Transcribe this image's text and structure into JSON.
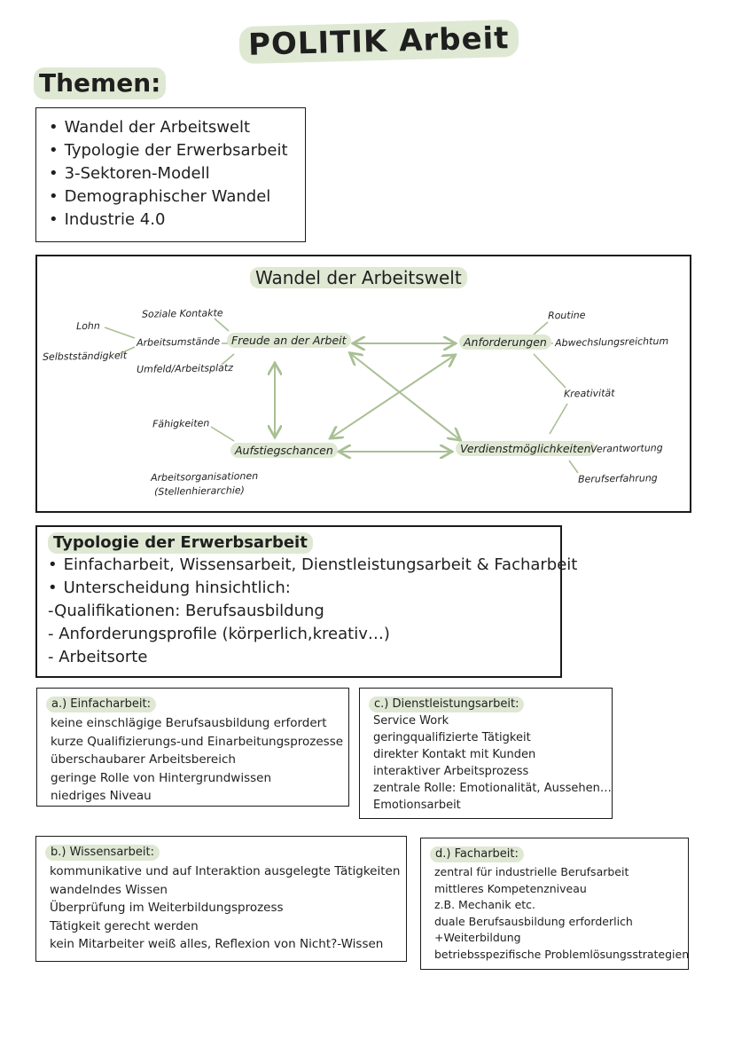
{
  "title": "POLITIK Arbeit",
  "themen_label": "Themen:",
  "topics": [
    "Wandel der Arbeitswelt",
    "Typologie der Erwerbsarbeit",
    "3-Sektoren-Modell",
    "Demographischer Wandel",
    "Industrie 4.0"
  ],
  "diagram": {
    "title": "Wandel der Arbeitswelt",
    "nodes": {
      "freude": "Freude an der Arbeit",
      "anforderungen": "Anforderungen",
      "aufstieg": "Aufstiegschancen",
      "verdienst": "Verdienstmöglichkeiten"
    },
    "labels": {
      "lohn": "Lohn",
      "selbst": "Selbstständigkeit",
      "soziale": "Soziale Kontakte",
      "umstaende": "Arbeitsumstände",
      "umfeld": "Umfeld/Arbeitsplatz",
      "routine": "Routine",
      "abwechslung": "Abwechslungsreichtum",
      "kreativ": "Kreativität",
      "faehig": "Fähigkeiten",
      "organisation1": "Arbeitsorganisationen",
      "organisation2": "(Stellenhierarchie)",
      "verantwortung": "Verantwortung",
      "berufserfahrung": "Berufserfahrung"
    }
  },
  "typology": {
    "title": "Typologie der Erwerbsarbeit",
    "lines": [
      "Einfacharbeit, Wissensarbeit, Dienstleistungsarbeit & Facharbeit",
      "Unterscheidung hinsichtlich:",
      "-Qualifikationen: Berufsausbildung",
      "- Anforderungsprofile (körperlich,kreativ…)",
      "- Arbeitsorte"
    ]
  },
  "cards": {
    "a": {
      "title": "a.) Einfacharbeit:",
      "items": [
        "keine einschlägige Berufsausbildung erfordert",
        "kurze Qualifizierungs-und Einarbeitungsprozesse",
        "überschaubarer Arbeitsbereich",
        "geringe Rolle von Hintergrundwissen",
        "niedriges Niveau"
      ]
    },
    "b": {
      "title": "b.) Wissensarbeit:",
      "items": [
        "kommunikative und auf Interaktion ausgelegte Tätigkeiten",
        "wandelndes Wissen",
        "Überprüfung im Weiterbildungsprozess",
        "Tätigkeit gerecht werden",
        "kein Mitarbeiter weiß alles, Reflexion von Nicht?-Wissen"
      ]
    },
    "c": {
      "title": "c.) Dienstleistungsarbeit:",
      "items": [
        "Service Work",
        "geringqualifizierte Tätigkeit",
        "direkter Kontakt mit Kunden",
        "interaktiver Arbeitsprozess",
        "zentrale Rolle: Emotionalität, Aussehen…",
        "Emotionsarbeit"
      ]
    },
    "d": {
      "title": "d.) Facharbeit:",
      "items": [
        "zentral für industrielle Berufsarbeit",
        "mittleres Kompetenzniveau",
        "z.B. Mechanik etc.",
        "duale Berufsausbildung erforderlich",
        "+Weiterbildung",
        "betriebsspezifische Problemlösungsstrategien"
      ]
    }
  },
  "colors": {
    "highlight": "#dfe8d3",
    "arrow": "#a9bf94",
    "border": "#1b1b1b"
  }
}
